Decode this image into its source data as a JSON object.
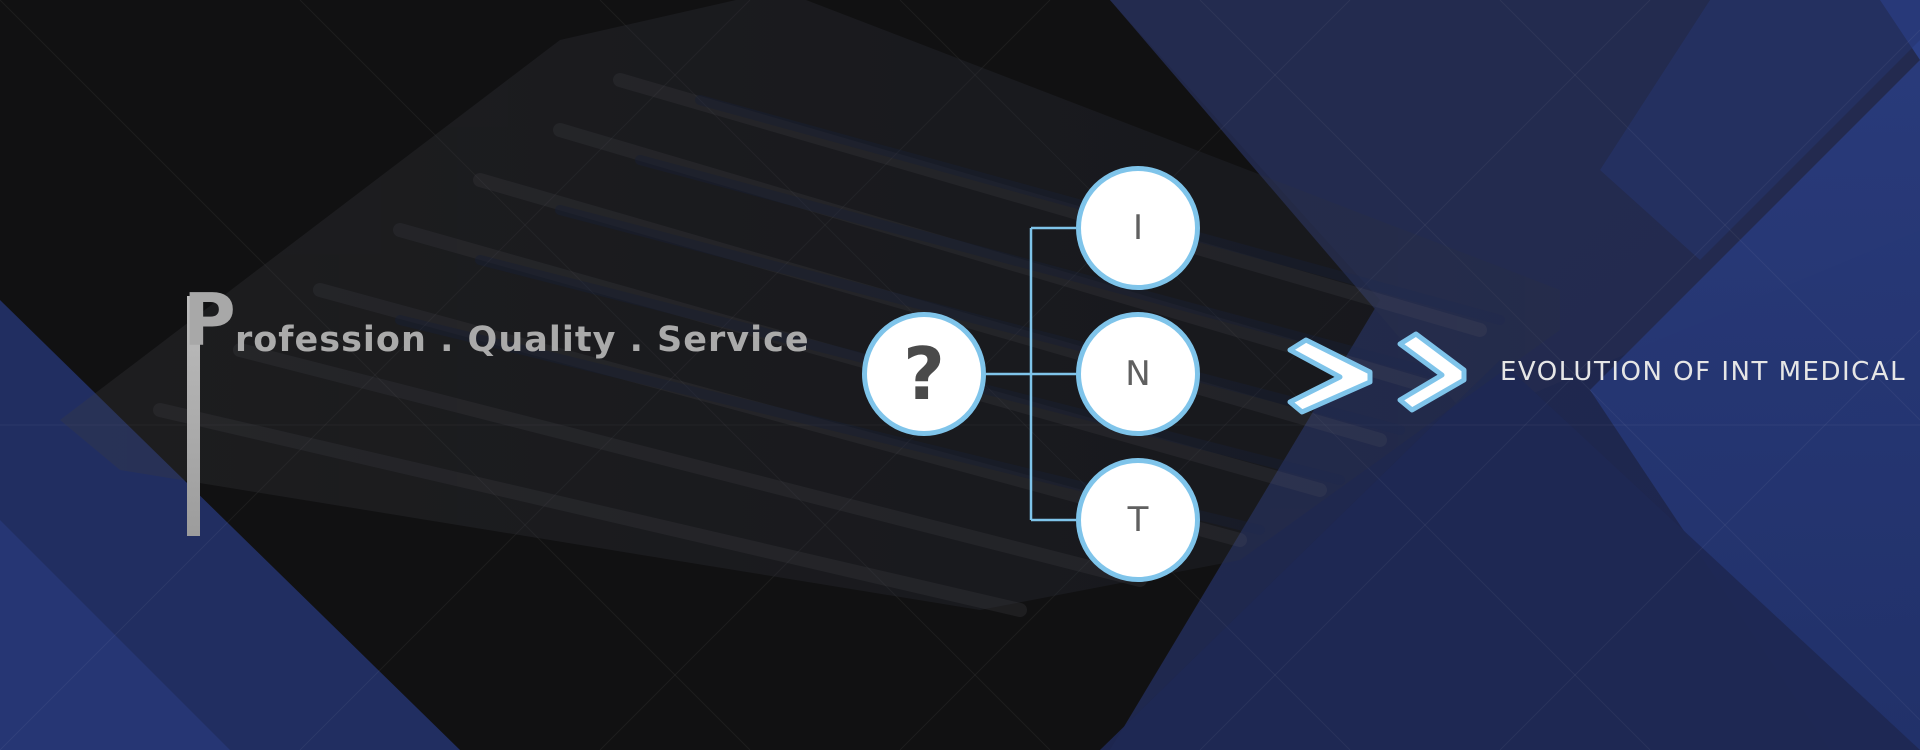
{
  "tagline": {
    "initial": "P",
    "rest": "rofession .  Quality .  Service"
  },
  "diagram": {
    "root_symbol": "?",
    "nodes": [
      "I",
      "N",
      "T"
    ]
  },
  "evolution": {
    "text": "EVOLUTION OF INT MEDICAL",
    "chevron_icon": "double-chevron-right-icon"
  },
  "colors": {
    "accent_blue": "#7fc4ea",
    "navy": "#1e2a55",
    "bright_navy": "#2a3f86",
    "dark_bg": "#111112",
    "tagline_grey": "#aaaaaa"
  }
}
